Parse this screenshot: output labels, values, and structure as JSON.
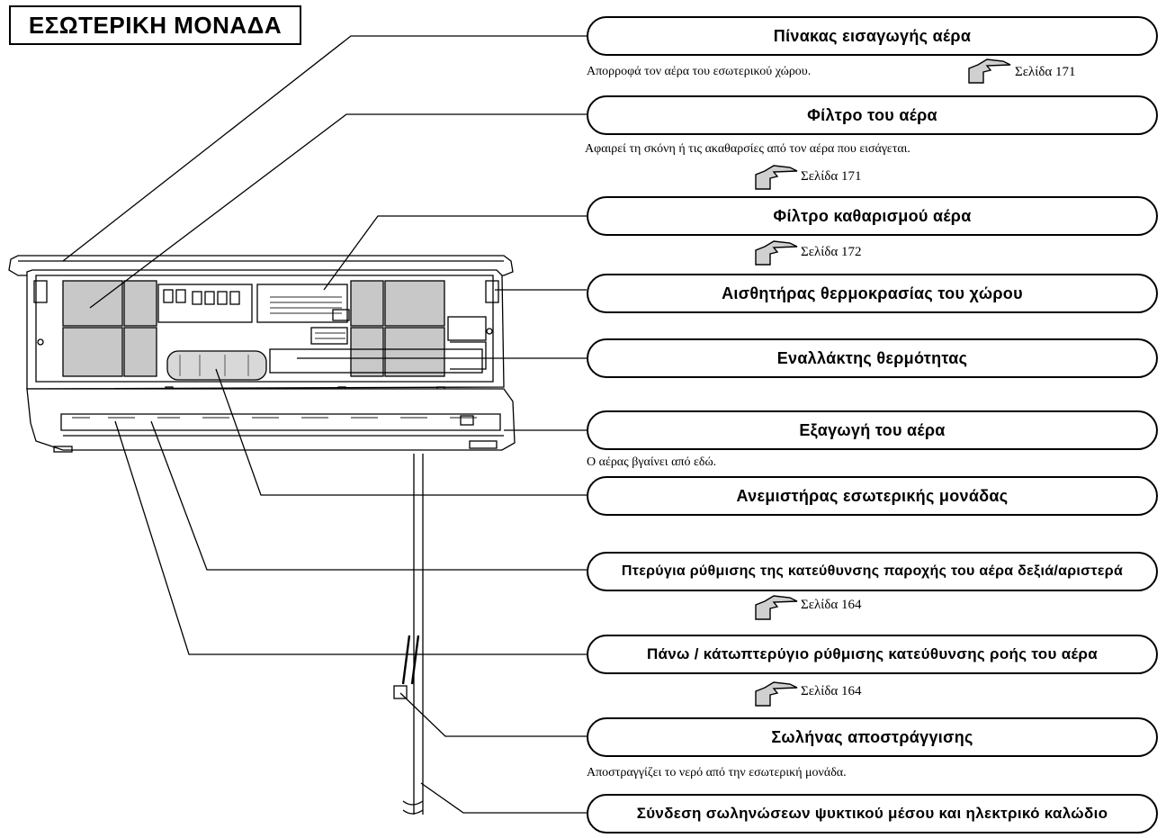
{
  "title": "ΕΣΩΤΕΡΙΚΗ ΜΟΝΑΔΑ",
  "labels": [
    {
      "text": "Πίνακας εισαγωγής αέρα",
      "description": "Απορροφά τον αέρα του εσωτερικού χώρου.",
      "page_ref": "Σελίδα 171"
    },
    {
      "text": "Φίλτρο του αέρα",
      "description": "Αφαιρεί τη σκόνη ή τις ακαθαρσίες από τον αέρα που εισάγεται.",
      "page_ref": "Σελίδα 171"
    },
    {
      "text": "Φίλτρο καθαρισμού αέρα",
      "page_ref": "Σελίδα 172"
    },
    {
      "text": "Αισθητήρας θερμοκρασίας του χώρου"
    },
    {
      "text": "Εναλλάκτης θερμότητας"
    },
    {
      "text": "Εξαγωγή του αέρα",
      "description": "Ο αέρας βγαίνει από εδώ."
    },
    {
      "text": "Ανεμιστήρας εσωτερικής μονάδας"
    },
    {
      "text": "Πτερύγια ρύθμισης της κατεύθυνσης παροχής του αέρα δεξιά/αριστερά",
      "page_ref": "Σελίδα 164"
    },
    {
      "text": "Πάνω / κάτωπτερύγιο ρύθμισης κατεύθυνσης ροής του αέρα",
      "page_ref": "Σελίδα 164"
    },
    {
      "text": "Σωλήνας αποστράγγισης",
      "description": "Αποστραγγίζει το νερό από την εσωτερική μονάδα."
    },
    {
      "text": "Σύνδεση σωληνώσεων ψυκτικού μέσου και ηλεκτρικό καλώδιο"
    }
  ],
  "colors": {
    "filter_fill": "#c8c8c8",
    "line": "#000000",
    "hand_fill": "#d0d0d0"
  }
}
